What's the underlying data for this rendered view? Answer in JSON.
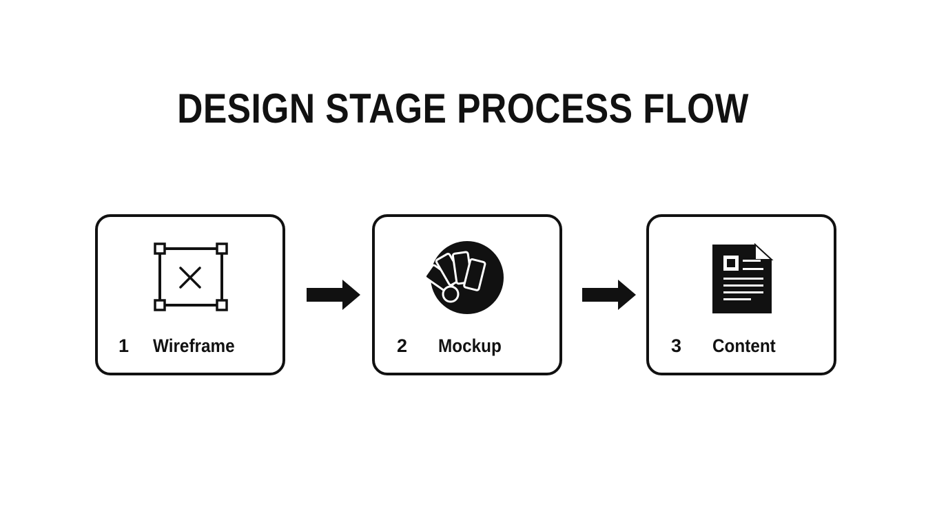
{
  "diagram": {
    "title": "DESIGN STAGE PROCESS FLOW",
    "stages": [
      {
        "number": "1",
        "label": "Wireframe",
        "icon": "wireframe-frame-icon"
      },
      {
        "number": "2",
        "label": "Mockup",
        "icon": "color-swatch-icon"
      },
      {
        "number": "3",
        "label": "Content",
        "icon": "document-icon"
      }
    ],
    "connector_icon": "arrow-right-icon",
    "colors": {
      "ink": "#111111",
      "background": "#ffffff"
    }
  }
}
